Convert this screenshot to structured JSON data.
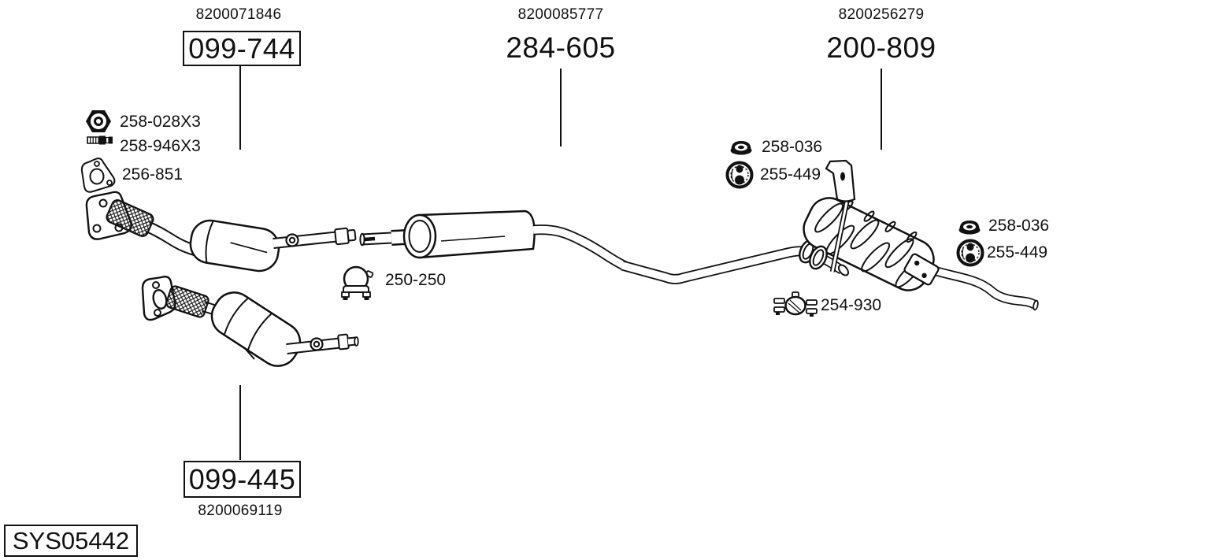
{
  "system": {
    "code": "SYS05442"
  },
  "assemblies": {
    "front_catalyst": {
      "oe_ref": "8200071846",
      "part_no": "099-744"
    },
    "middle_silencer": {
      "oe_ref": "8200085777",
      "part_no": "284-605"
    },
    "rear_silencer": {
      "oe_ref": "8200256279",
      "part_no": "200-809"
    },
    "lower_catalyst": {
      "oe_ref": "8200069119",
      "part_no": "099-445"
    }
  },
  "fittings": {
    "left_column": [
      {
        "icon": "hex-nut-icon",
        "part_no": "258-028X3"
      },
      {
        "icon": "stud-bolt-icon",
        "part_no": "258-946X3"
      },
      {
        "icon": "gasket-icon",
        "part_no": "256-851"
      }
    ],
    "middle": [
      {
        "icon": "pipe-clamp-icon",
        "part_no": "250-250"
      }
    ],
    "rear_upper": [
      {
        "icon": "rubber-buffer-icon",
        "part_no": "258-036"
      },
      {
        "icon": "rubber-hanger-icon",
        "part_no": "255-449"
      }
    ],
    "rear_lower": [
      {
        "icon": "rubber-buffer-icon",
        "part_no": "258-036"
      },
      {
        "icon": "rubber-hanger-icon",
        "part_no": "255-449"
      }
    ],
    "rear_clamp": [
      {
        "icon": "double-clamp-icon",
        "part_no": "254-930"
      }
    ]
  },
  "colors": {
    "line": "#111111",
    "background": "#ffffff"
  }
}
